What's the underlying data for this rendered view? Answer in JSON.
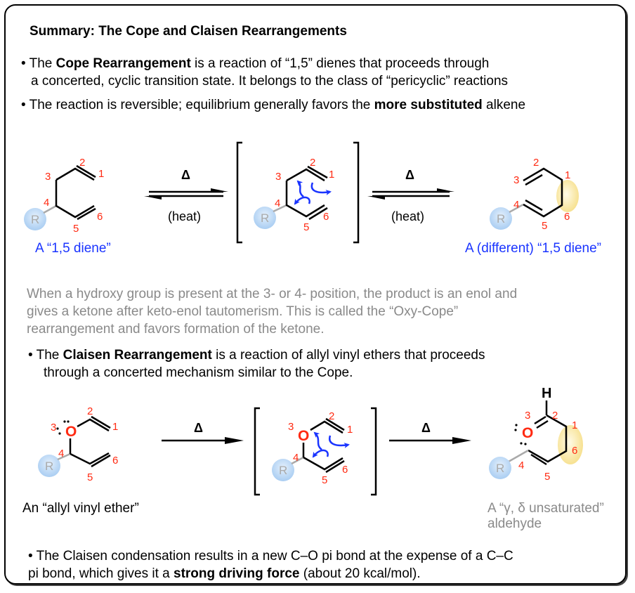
{
  "title": "Summary: The Cope and Claisen Rearrangements",
  "bullets": {
    "cope_def": {
      "pre": "• The ",
      "bold": "Cope Rearrangement",
      "post": " is a reaction of “1,5” dienes that proceeds through",
      "line2": "a concerted, cyclic transition state. It belongs to the class of “pericyclic” reactions"
    },
    "reversible": {
      "pre": "• The reaction is reversible; equilibrium generally favors the ",
      "bold": "more substituted",
      "post": " alkene"
    },
    "oxy_cope": {
      "line1": "When a hydroxy group is present at the 3- or 4- position, the product is an enol and",
      "line2": "gives a ketone after keto-enol tautomerism. This is called the “Oxy-Cope”",
      "line3": "rearrangement and favors formation of the ketone."
    },
    "claisen_def": {
      "pre": "• The ",
      "bold": "Claisen Rearrangement",
      "post": " is a reaction of allyl vinyl ethers that proceeds",
      "line2": "through a concerted mechanism similar to the Cope."
    },
    "driving_force": {
      "line1": "• The Claisen condensation results in a new C–O pi bond at the expense of a C–C",
      "pre": "pi bond, which gives it a ",
      "bold": "strong driving force",
      "post": " (about 20 kcal/mol)."
    }
  },
  "cope_scheme": {
    "reactant_caption": "A “1,5 diene”",
    "product_caption": "A (different) “1,5 diene”",
    "arrow1": {
      "above": "Δ",
      "below": "(heat)",
      "type": "equilibrium"
    },
    "arrow2": {
      "above": "Δ",
      "below": "(heat)",
      "type": "equilibrium"
    },
    "atom_numbers": [
      "1",
      "2",
      "3",
      "4",
      "5",
      "6"
    ],
    "substituent": "R"
  },
  "claisen_scheme": {
    "reactant_caption": "An “allyl vinyl ether”",
    "product_caption_line1": "A “γ, δ unsaturated”",
    "product_caption_line2": "aldehyde",
    "arrow1": {
      "above": "Δ",
      "type": "forward"
    },
    "arrow2": {
      "above": "Δ",
      "type": "forward"
    },
    "atom_numbers": [
      "1",
      "2",
      "3",
      "4",
      "5",
      "6"
    ],
    "oxygen": "O",
    "hydrogen": "H",
    "substituent": "R"
  },
  "colors": {
    "atom_number": "#ff2a12",
    "arrow_pushing": "#1a34ff",
    "caption_blue": "#1a34ff",
    "note_gray": "#8a8a8a",
    "r_group_fill": "#bcd8f5",
    "highlight_yellow": "#fbeaa0"
  }
}
